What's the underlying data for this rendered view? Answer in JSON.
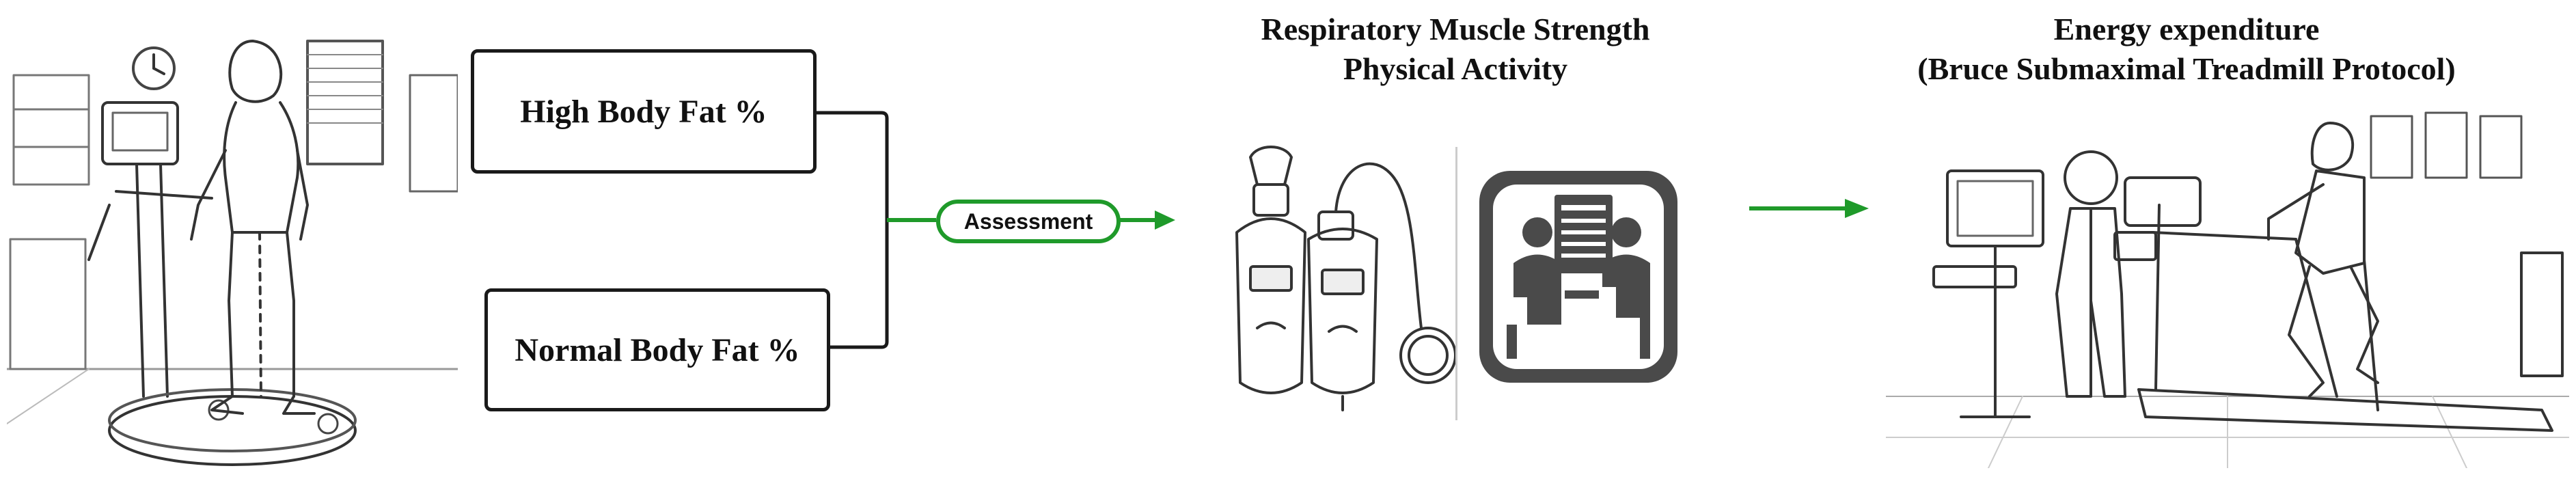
{
  "groups": {
    "high_label": "High Body Fat %",
    "normal_label": "Normal Body Fat %"
  },
  "assessment_label": "Assessment",
  "center_title": {
    "line1": "Respiratory Muscle  Strength",
    "line2": "Physical Activity"
  },
  "right_title": {
    "line1": "Energy expenditure",
    "line2": "(Bruce Submaximal Treadmill Protocol)"
  },
  "colors": {
    "arrow": "#1f9a2a",
    "outline": "#1a1a1a"
  },
  "icons": [
    "body-composition-scale-icon",
    "respiratory-meter-icon",
    "questionnaire-interview-icon",
    "treadmill-test-icon"
  ]
}
